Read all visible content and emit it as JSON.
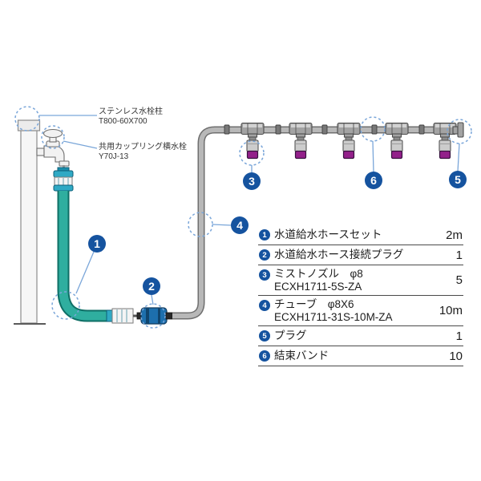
{
  "diagram": {
    "labels": {
      "post": {
        "line1": "ステンレス水栓柱",
        "line2": "T800-60X700"
      },
      "faucet": {
        "line1": "共用カップリング横水栓",
        "line2": "Y70J-13"
      }
    },
    "callouts": [
      "1",
      "2",
      "3",
      "4",
      "5",
      "6"
    ]
  },
  "parts_table": {
    "rows": [
      {
        "num": "1",
        "name": "水道給水ホースセット",
        "qty": "2m"
      },
      {
        "num": "2",
        "name": "水道給水ホース接続プラグ",
        "qty": "1"
      },
      {
        "num": "3",
        "name": "ミストノズル　φ8",
        "name2": "ECXH1711-5S-ZA",
        "qty": "5"
      },
      {
        "num": "4",
        "name": "チューブ　φ8X6",
        "name2": "ECXH1711-31S-10M-ZA",
        "qty": "10m"
      },
      {
        "num": "5",
        "name": "プラグ",
        "qty": "1"
      },
      {
        "num": "6",
        "name": "結束バンド",
        "qty": "10"
      }
    ]
  },
  "colors": {
    "badge_blue": "#15539f",
    "callout_blue": "#7aa6d9",
    "hose_teal": "#2fae9f",
    "tube_gray": "#b8b8b8",
    "nozzle_purple": "#93208a",
    "plug_blue": "#1d6fad",
    "coupling_cyan": "#2fa9c4"
  }
}
